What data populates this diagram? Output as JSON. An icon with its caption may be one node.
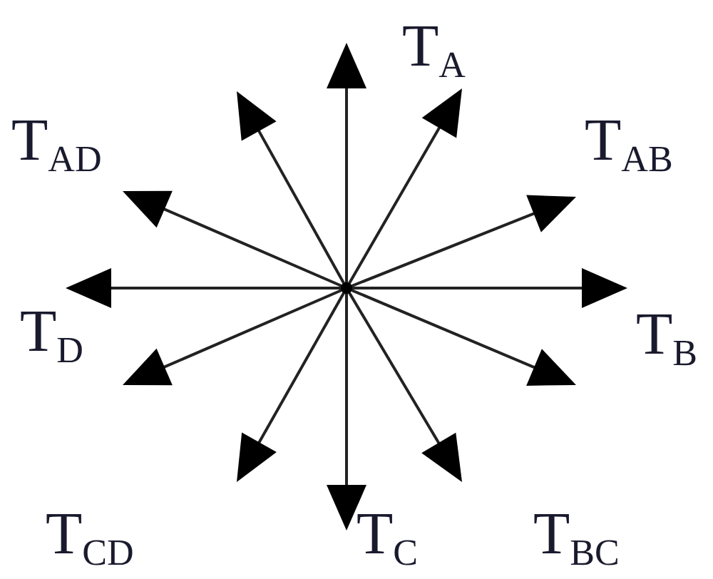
{
  "diagram": {
    "labels": [
      "T$_{A}$",
      "T$_{AD}$",
      "T$_{AB}$",
      "T$_{D}$",
      "T$_{B}$",
      "T$_{CD}$",
      "T$_{C}$",
      "T$_{BC}$"
    ]
  }
}
